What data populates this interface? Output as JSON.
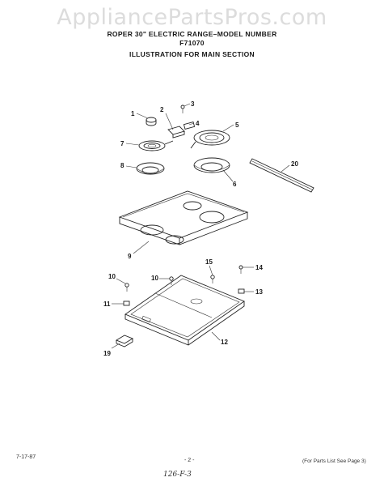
{
  "watermark": "AppliancePartsPros.com",
  "header": {
    "line1": "ROPER 30\" ELECTRIC RANGE–MODEL NUMBER",
    "line2": "F71070",
    "line3": "ILLUSTRATION  FOR MAIN SECTION"
  },
  "callouts": [
    "1",
    "2",
    "3",
    "4",
    "5",
    "6",
    "7",
    "8",
    "20",
    "9",
    "15",
    "14",
    "10",
    "10",
    "13",
    "11",
    "12",
    "19"
  ],
  "footer": {
    "date": "7-17-87",
    "page": "- 2 -",
    "note": "(For Parts List See Page 3)",
    "handwritten": "126-F-3"
  }
}
